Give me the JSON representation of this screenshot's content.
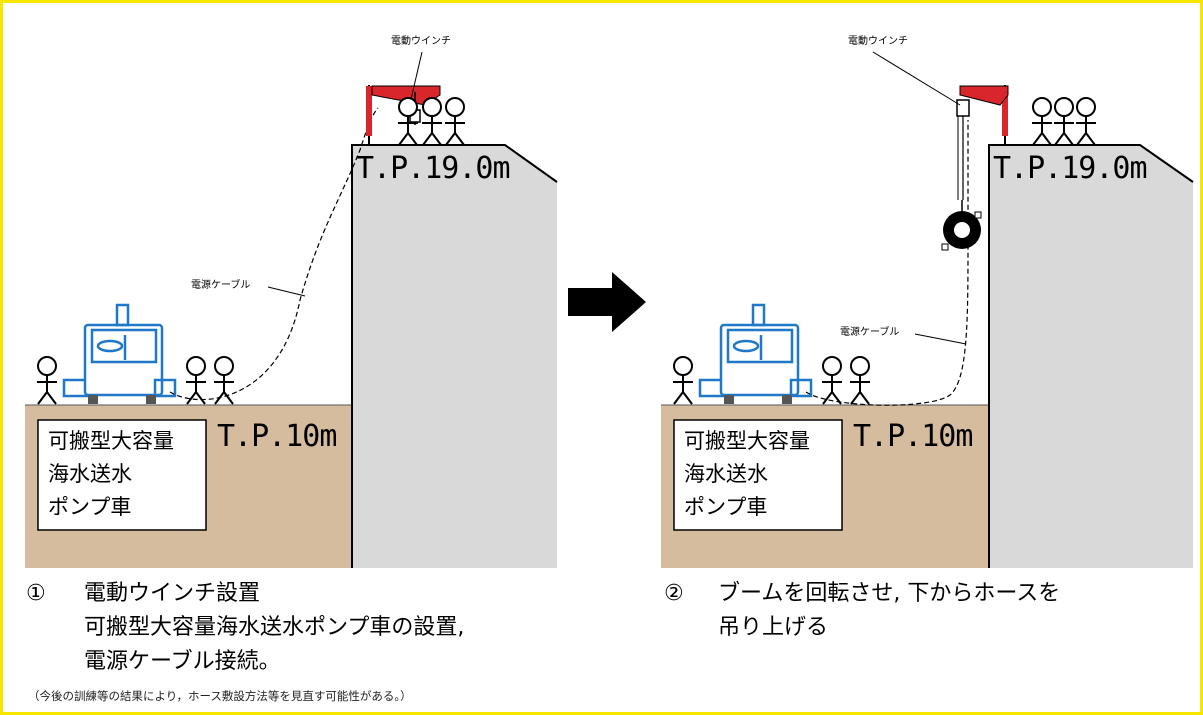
{
  "panel1": {
    "winch_label": "電動ウインチ",
    "cable_label": "電源ケーブル",
    "upper_level": "T.P.19.0m",
    "lower_level": "T.P.10m",
    "pump_box": [
      "可搬型大容量",
      "海水送水",
      "ポンプ車"
    ]
  },
  "panel2": {
    "winch_label": "電動ウインチ",
    "cable_label": "電源ケーブル",
    "upper_level": "T.P.19.0m",
    "lower_level": "T.P.10m",
    "pump_box": [
      "可搬型大容量",
      "海水送水",
      "ポンプ車"
    ]
  },
  "step1": {
    "number": "①",
    "title": "電動ウインチ設置",
    "lines": [
      "可搬型大容量海水送水ポンプ車の設置,",
      "電源ケーブル接続。"
    ]
  },
  "step2": {
    "number": "②",
    "lines": [
      "ブームを回転させ, 下からホースを",
      "吊り上げる"
    ]
  },
  "footnote": "（今後の訓練等の結果により，ホース敷設方法等を見直す可能性がある。）",
  "colors": {
    "ground": "#d6bc9e",
    "cliff": "#d9d9d9",
    "pump_truck": "#1f78c8",
    "winch_boom": "#d8262c",
    "frame": "#f7e600"
  }
}
